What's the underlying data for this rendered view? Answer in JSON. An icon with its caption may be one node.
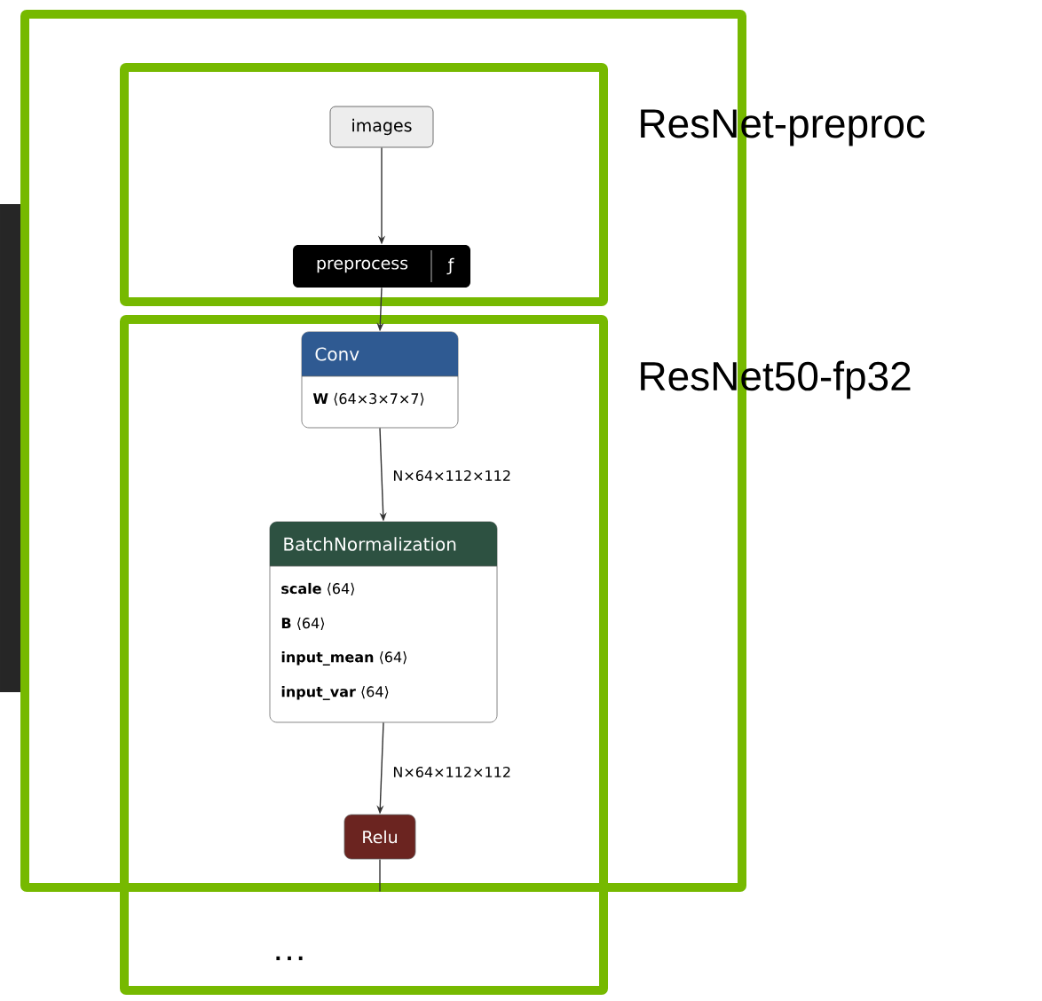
{
  "diagram": {
    "nodes": [
      {
        "text": [],
        "shape": "box"
      },
      {
        "text": [
          "ResNet-preproc"
        ],
        "in": 0
      },
      {
        "text": [
          "images"
        ],
        "in": 1
      },
      {
        "text": [
          "preprocess",
          "ƒ"
        ],
        "in": 1
      },
      {
        "text": [
          "ResNet50-fp32",
          "…"
        ]
      },
      {
        "text": [
          "Conv",
          "**W** ⟨64×3×7×7⟩"
        ],
        "in": 4
      },
      {
        "text": [
          "BatchNormalization",
          "**scale** ⟨64⟩",
          "**B** ⟨64⟩",
          "**input_mean** ⟨64⟩",
          "**input_var** ⟨64⟩"
        ],
        "in": 4
      },
      {
        "text": [
          "Relu"
        ],
        "in": 4
      }
    ],
    "edges": [
      {
        "from": 2,
        "to": 3,
        "arrow": "to"
      },
      {
        "from": 3,
        "to": 5,
        "arrow": "to"
      },
      {
        "from": 5,
        "to": 6,
        "arrow": "to",
        "label": "N×64×112×112"
      },
      {
        "from": 6,
        "to": 7,
        "arrow": "to",
        "label": "N×64×112×112"
      },
      {
        "from": 7,
        "to": null,
        "arrow": "none"
      }
    ]
  }
}
